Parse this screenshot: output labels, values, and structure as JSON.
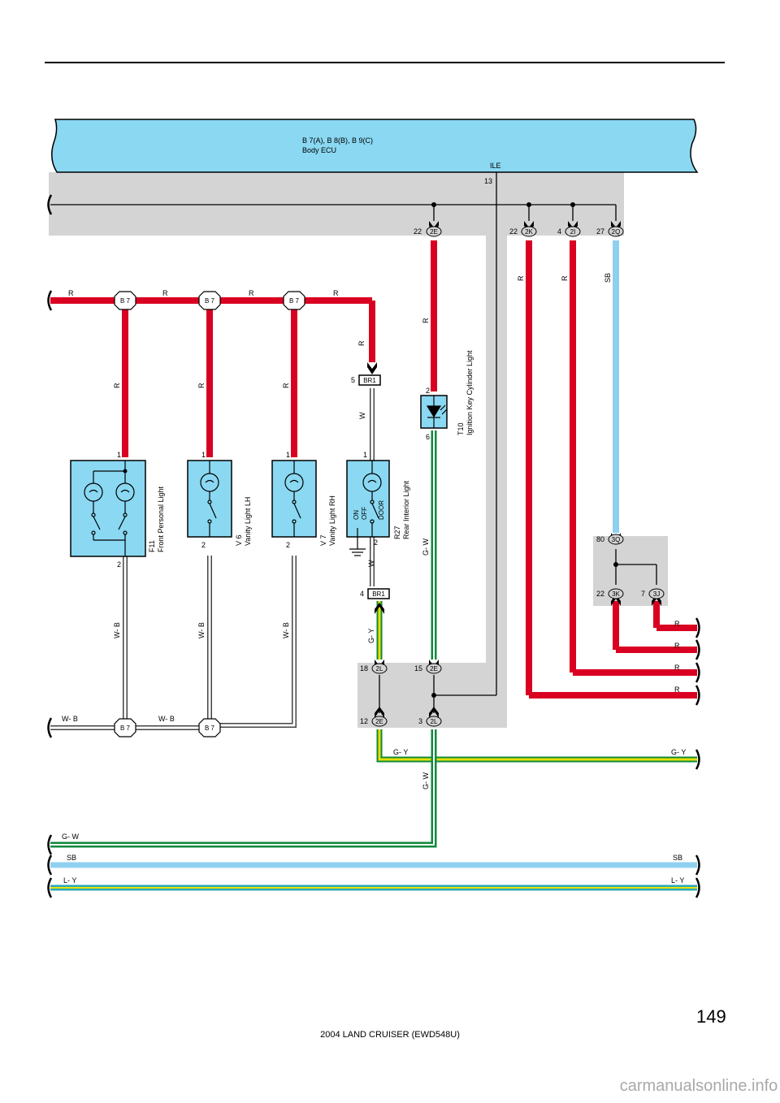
{
  "page": {
    "page_number": "149",
    "footer": "2004 LAND CRUISER (EWD548U)",
    "watermark": "carmanualsonline.info"
  },
  "ecu": {
    "line1": "B 7(A), B 8(B), B 9(C)",
    "line2": "Body ECU",
    "terminal": "ILE",
    "pin": "13"
  },
  "connectors": {
    "c2E_top": {
      "pin": "22",
      "code": "2E"
    },
    "c2K": {
      "pin": "22",
      "code": "2K"
    },
    "c2I": {
      "pin": "4",
      "code": "2I"
    },
    "c2Q": {
      "pin": "27",
      "code": "2Q"
    },
    "b7": "B 7",
    "br1_top": {
      "pin": "5",
      "code": "BR1"
    },
    "br1_bot": {
      "pin": "4",
      "code": "BR1"
    },
    "c3Q": {
      "pin": "80",
      "code": "3Q"
    },
    "c3K": {
      "pin": "22",
      "code": "3K"
    },
    "c3J": {
      "pin": "7",
      "code": "3J"
    },
    "c2L_top": {
      "pin": "18",
      "code": "2L"
    },
    "c2E_mid": {
      "pin": "15",
      "code": "2E"
    },
    "c2E_bot": {
      "pin": "12",
      "code": "2E"
    },
    "c2L_bot": {
      "pin": "3",
      "code": "2L"
    }
  },
  "components": {
    "f11": {
      "id": "F11",
      "name": "Front Personal Light",
      "pin_top": "1",
      "pin_bot": "2"
    },
    "v6": {
      "id": "V 6",
      "name": "Vanity Light LH",
      "pin_top": "1",
      "pin_bot": "2"
    },
    "v7": {
      "id": "V 7",
      "name": "Vanity Light RH",
      "pin_top": "1",
      "pin_bot": "2"
    },
    "r27": {
      "id": "R27",
      "name": "Rear Interior Light",
      "pin_top": "1",
      "pin_bot": "2",
      "sw_on": "ON",
      "sw_off": "OFF",
      "sw_door": "DOOR"
    },
    "t10": {
      "id": "T10",
      "name": "Ignition Key Cylinder Light",
      "pin_top": "2",
      "pin_bot": "6"
    }
  },
  "wires": {
    "r": "R",
    "wb": "W- B",
    "w": "W",
    "gy": "G- Y",
    "gw": "G- W",
    "sb": "SB",
    "ly": "L- Y"
  },
  "colors": {
    "red": "#d90021",
    "green": "#0f8a3c",
    "yellow": "#e8e000",
    "sky": "#8fd0f0",
    "teal": "#2aa8b8",
    "ecu": "#8ad8f2",
    "shade": "#d4d4d4"
  },
  "icons": [
    "bulb-icon",
    "switch-icon",
    "led-icon",
    "ground-icon",
    "splice-icon"
  ]
}
